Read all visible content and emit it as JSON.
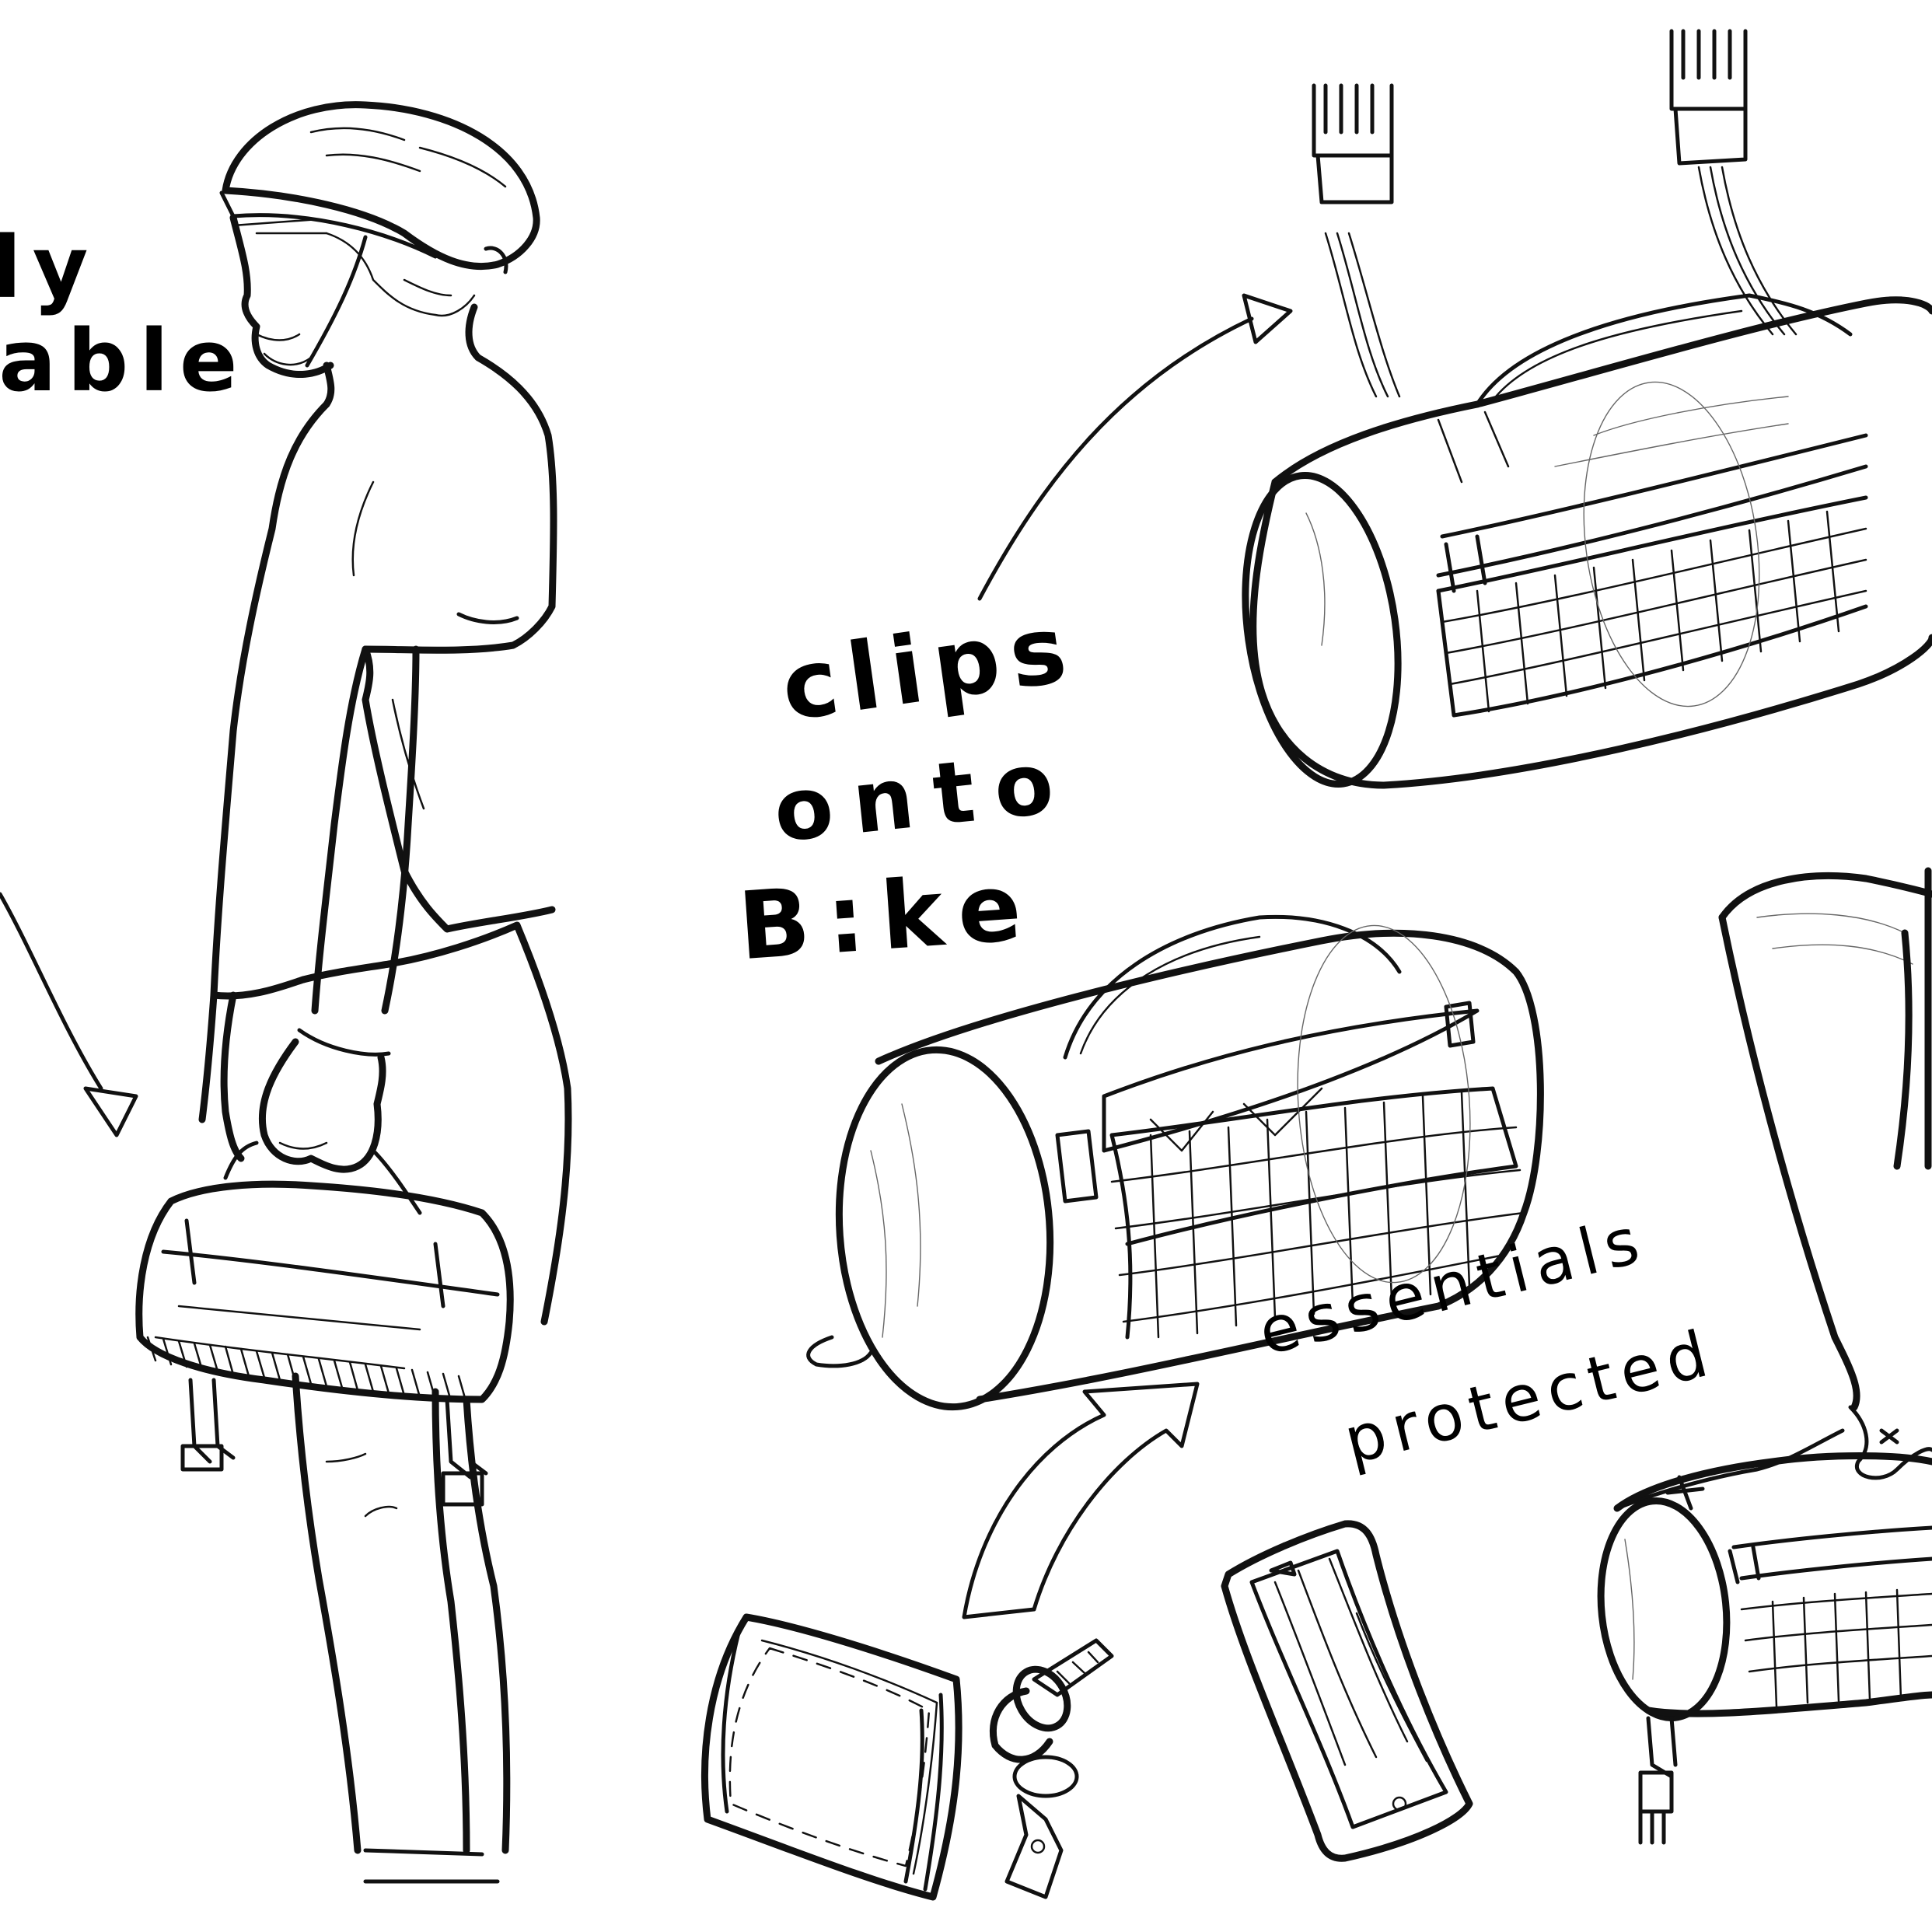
{
  "annotations": {
    "top_left_line1": "ly",
    "top_left_line2": "rable",
    "clips_line1": "clips",
    "clips_line2": "onto",
    "clips_line3": "B:ke",
    "essentials_line1": "essentials",
    "essentials_line2": "protected"
  },
  "colors": {
    "ink": "#111111",
    "paper": "#ffffff",
    "shade": "#666666"
  },
  "icons": [
    "cyclist-figure",
    "handlebar-bag",
    "wallet-icon",
    "key-icon",
    "phone-icon",
    "arrow-icon"
  ]
}
